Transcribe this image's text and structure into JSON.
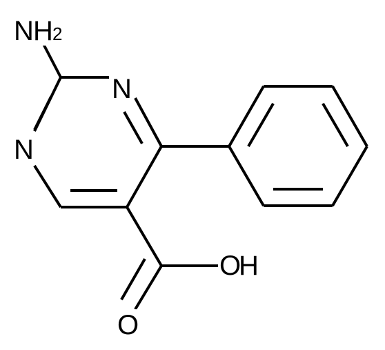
{
  "molecule": {
    "atoms": {
      "amino_N": "N",
      "amino_H": "H",
      "amino_sub": "2",
      "ring_N1": "N",
      "ring_N3": "N",
      "hydroxyl_O": "O",
      "hydroxyl_H": "H",
      "carbonyl_O": "O"
    }
  },
  "colors": {
    "bond": "#000000",
    "label": "#000000",
    "background": "#ffffff"
  }
}
